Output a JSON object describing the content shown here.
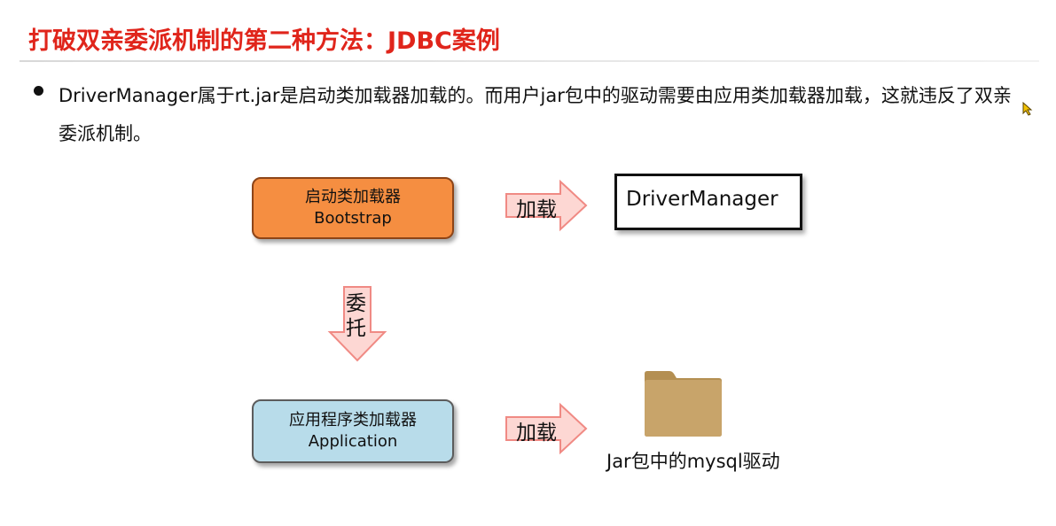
{
  "slide": {
    "title": "打破双亲委派机制的第二种方法：JDBC案例",
    "bullet": "DriverManager属于rt.jar是启动类加载器加载的。而用户jar包中的驱动需要由应用类加载器加载，这就违反了双亲委派机制。"
  },
  "diagram": {
    "bootstrap_box": {
      "line1": "启动类加载器",
      "line2": "Bootstrap"
    },
    "application_box": {
      "line1": "应用程序类加载器",
      "line2": "Application"
    },
    "driver_box": {
      "label": "DriverManager"
    },
    "load_arrow_top": {
      "label": "加载"
    },
    "load_arrow_bottom": {
      "label": "加载"
    },
    "delegate_arrow": {
      "char1": "委",
      "char2": "托"
    },
    "jar_folder": {
      "caption": "Jar包中的mysql驱动"
    }
  },
  "colors": {
    "title": "#e0251b",
    "bootstrap_fill": "#f58e41",
    "application_fill": "#b8dcea",
    "arrow_fill": "#fdd7d3",
    "arrow_stroke": "#f08a84",
    "folder_fill": "#c8a46a"
  },
  "icons": {
    "folder": "folder-icon",
    "cursor": "mouse-cursor-icon"
  }
}
